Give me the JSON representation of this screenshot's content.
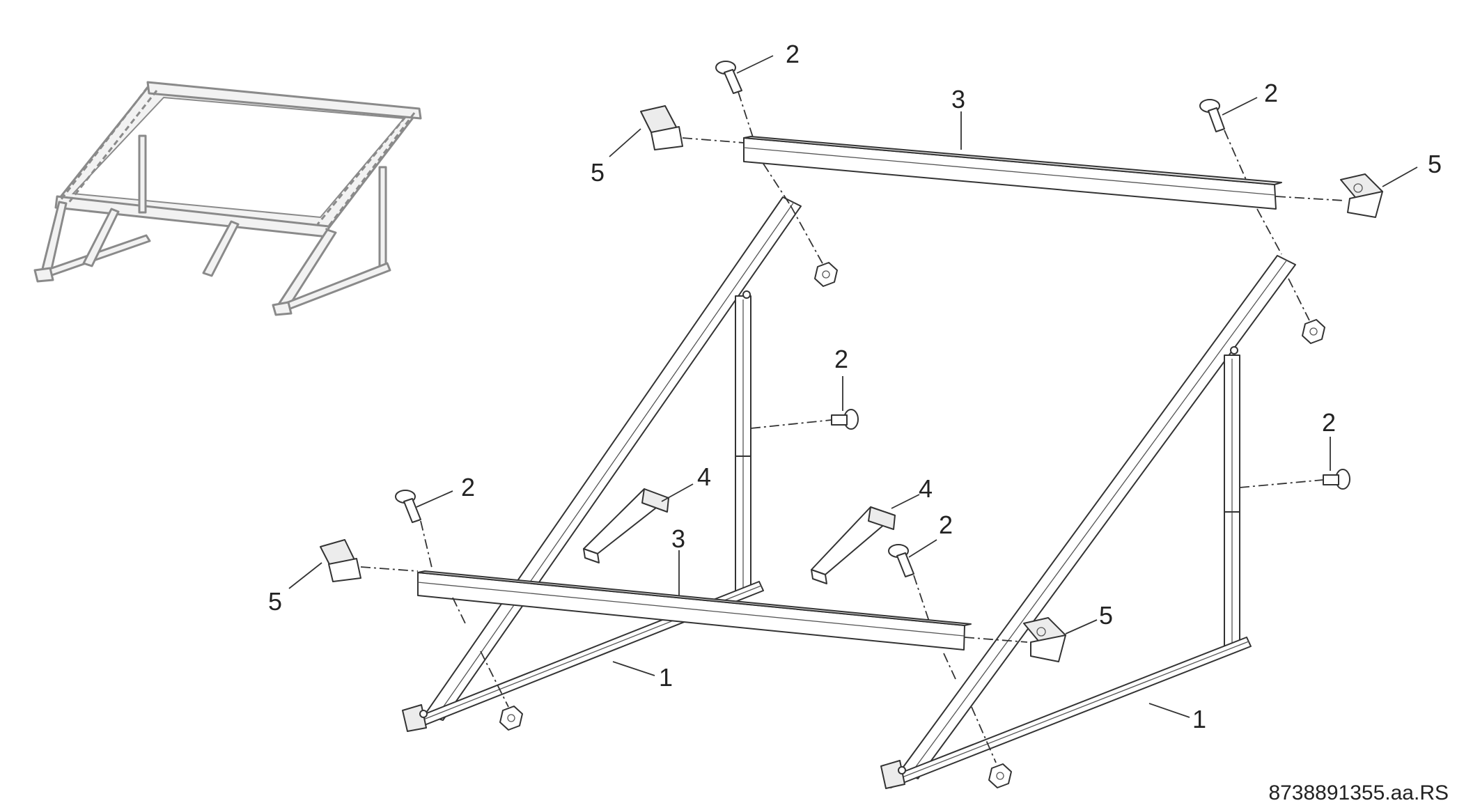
{
  "labels": {
    "frame": "1",
    "screw": "2",
    "crossbar": "3",
    "strap": "4",
    "clamp": "5"
  },
  "reference_code": "8738891355.aa.RS"
}
